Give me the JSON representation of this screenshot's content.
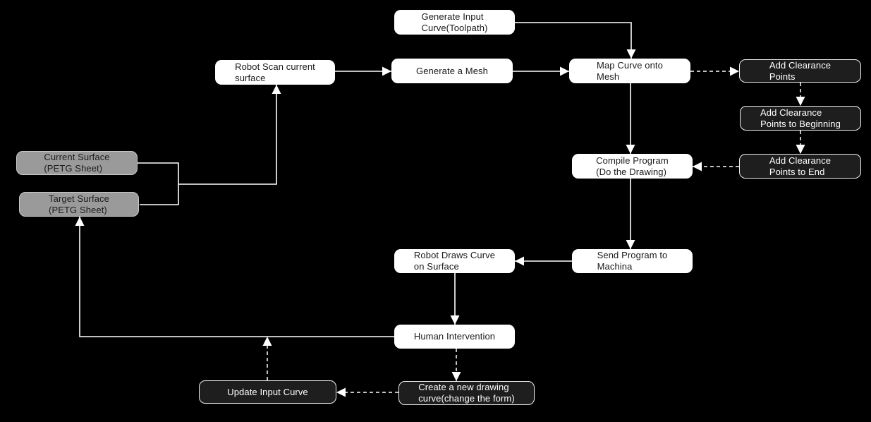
{
  "diagram": {
    "type": "flowchart",
    "background": "#000000"
  },
  "colors": {
    "canvas_bg": "#000000",
    "edge": "#ffffff",
    "node_white_bg": "#ffffff",
    "node_white_text": "#1a1a1a",
    "node_dark_bg": "#1e1e1e",
    "node_dark_border": "#f0f0f0",
    "node_dark_text": "#ffffff",
    "node_gray_bg": "#9a9a9a",
    "node_gray_border": "#c8c8c8",
    "node_gray_text": "#1c1c1c"
  },
  "nodes": {
    "generate_input_curve": [
      "Generate Input",
      "Curve(Toolpath)"
    ],
    "robot_scan": [
      "Robot Scan current",
      "surface"
    ],
    "generate_mesh": [
      "Generate a Mesh"
    ],
    "map_curve": [
      "Map Curve onto",
      "Mesh"
    ],
    "add_clearance_points": [
      "Add Clearance",
      "Points"
    ],
    "add_clearance_beginning": [
      "Add Clearance",
      "Points to Beginning"
    ],
    "add_clearance_end": [
      "Add Clearance",
      "Points to End"
    ],
    "compile_program": [
      "Compile Program",
      "(Do the Drawing)"
    ],
    "current_surface": [
      "Current Surface",
      "(PETG Sheet)"
    ],
    "target_surface": [
      "Target Surface",
      "(PETG Sheet)"
    ],
    "send_program": [
      "Send Program to",
      "Machina"
    ],
    "robot_draws": [
      "Robot Draws Curve",
      "on Surface"
    ],
    "human_intervention": [
      "Human Intervention"
    ],
    "create_new_drawing": [
      "Create a new drawing",
      "curve(change the form)"
    ],
    "update_input_curve": [
      "Update Input Curve"
    ]
  }
}
